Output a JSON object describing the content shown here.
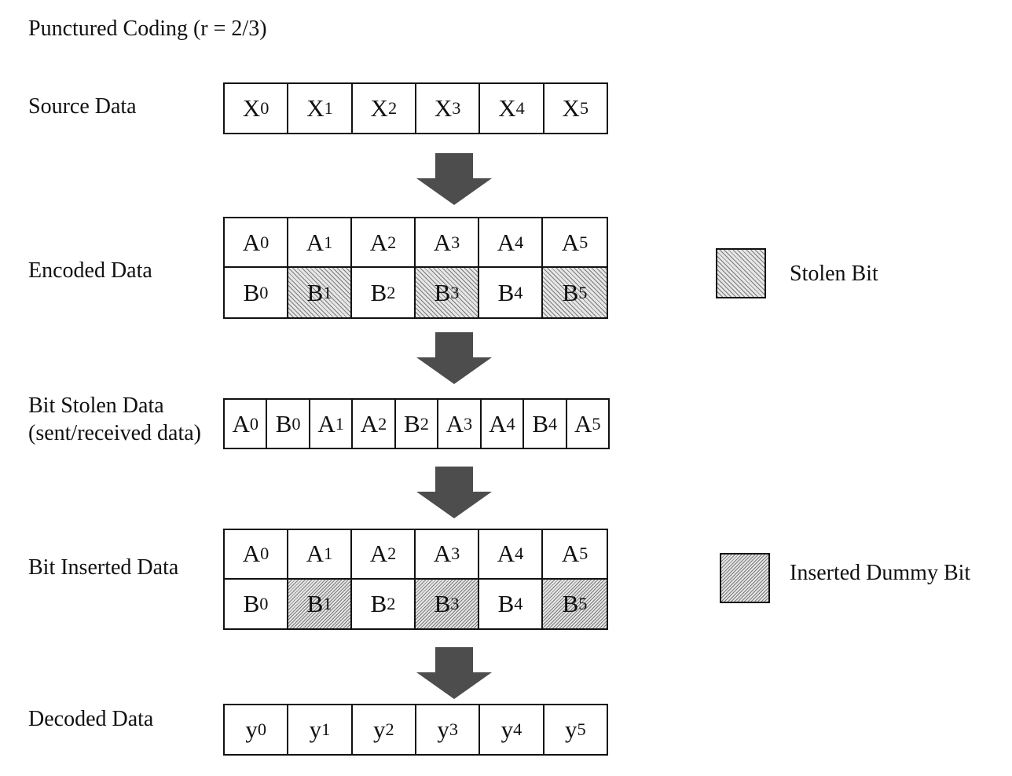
{
  "title": "Punctured Coding (r = 2/3)",
  "rows": {
    "source": {
      "label": "Source Data",
      "cells": [
        {
          "base": "X",
          "sub": "0"
        },
        {
          "base": "X",
          "sub": "1"
        },
        {
          "base": "X",
          "sub": "2"
        },
        {
          "base": "X",
          "sub": "3"
        },
        {
          "base": "X",
          "sub": "4"
        },
        {
          "base": "X",
          "sub": "5"
        }
      ]
    },
    "encoded": {
      "label": "Encoded Data",
      "top": [
        {
          "base": "A",
          "sub": "0"
        },
        {
          "base": "A",
          "sub": "1"
        },
        {
          "base": "A",
          "sub": "2"
        },
        {
          "base": "A",
          "sub": "3"
        },
        {
          "base": "A",
          "sub": "4"
        },
        {
          "base": "A",
          "sub": "5"
        }
      ],
      "bottom": [
        {
          "base": "B",
          "sub": "0",
          "shaded": false
        },
        {
          "base": "B",
          "sub": "1",
          "shaded": true
        },
        {
          "base": "B",
          "sub": "2",
          "shaded": false
        },
        {
          "base": "B",
          "sub": "3",
          "shaded": true
        },
        {
          "base": "B",
          "sub": "4",
          "shaded": false
        },
        {
          "base": "B",
          "sub": "5",
          "shaded": true
        }
      ]
    },
    "stolen": {
      "label_line1": "Bit Stolen Data",
      "label_line2": "(sent/received data)",
      "cells": [
        {
          "base": "A",
          "sub": "0"
        },
        {
          "base": "B",
          "sub": "0"
        },
        {
          "base": "A",
          "sub": "1"
        },
        {
          "base": "A",
          "sub": "2"
        },
        {
          "base": "B",
          "sub": "2"
        },
        {
          "base": "A",
          "sub": "3"
        },
        {
          "base": "A",
          "sub": "4"
        },
        {
          "base": "B",
          "sub": "4"
        },
        {
          "base": "A",
          "sub": "5"
        }
      ]
    },
    "inserted": {
      "label": "Bit Inserted Data",
      "top": [
        {
          "base": "A",
          "sub": "0"
        },
        {
          "base": "A",
          "sub": "1"
        },
        {
          "base": "A",
          "sub": "2"
        },
        {
          "base": "A",
          "sub": "3"
        },
        {
          "base": "A",
          "sub": "4"
        },
        {
          "base": "A",
          "sub": "5"
        }
      ],
      "bottom": [
        {
          "base": "B",
          "sub": "0",
          "shaded": false
        },
        {
          "base": "B",
          "sub": "1",
          "shaded": true
        },
        {
          "base": "B",
          "sub": "2",
          "shaded": false
        },
        {
          "base": "B",
          "sub": "3",
          "shaded": true
        },
        {
          "base": "B",
          "sub": "4",
          "shaded": false
        },
        {
          "base": "B",
          "sub": "5",
          "shaded": true
        }
      ]
    },
    "decoded": {
      "label": "Decoded Data",
      "cells": [
        {
          "base": "y",
          "sub": "0"
        },
        {
          "base": "y",
          "sub": "1"
        },
        {
          "base": "y",
          "sub": "2"
        },
        {
          "base": "y",
          "sub": "3"
        },
        {
          "base": "y",
          "sub": "4"
        },
        {
          "base": "y",
          "sub": "5"
        }
      ]
    }
  },
  "legend": {
    "stolen": "Stolen Bit",
    "inserted": "Inserted Dummy Bit"
  },
  "colors": {
    "arrow": "#4d4d4d",
    "border": "#111111"
  }
}
